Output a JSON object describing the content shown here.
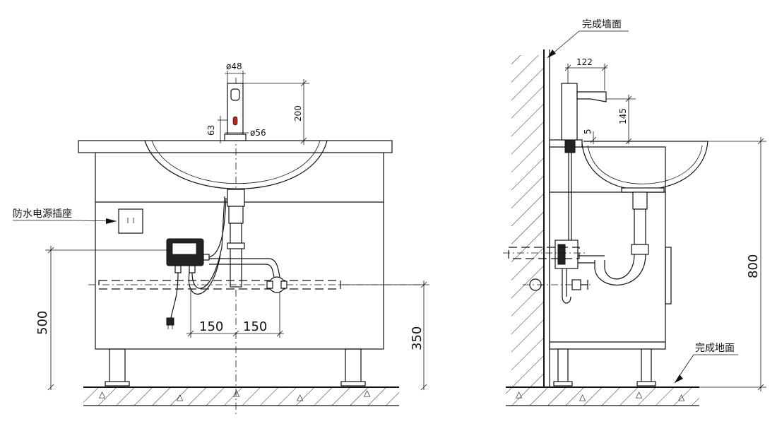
{
  "front_view": {
    "labels": {
      "socket": "防水电源插座"
    },
    "dimensions": {
      "spout_diameter": "ø48",
      "base_diameter": "ø56",
      "spout_height": "200",
      "sensor_height": "63",
      "left_offset": "150",
      "right_offset": "150",
      "pipe_height": "500",
      "valve_height": "350"
    }
  },
  "side_view": {
    "labels": {
      "finished_wall": "完成墙面",
      "finished_floor": "完成地面"
    },
    "dimensions": {
      "spout_reach": "122",
      "spout_rise": "145",
      "gap": "5",
      "basin_height": "800"
    }
  }
}
